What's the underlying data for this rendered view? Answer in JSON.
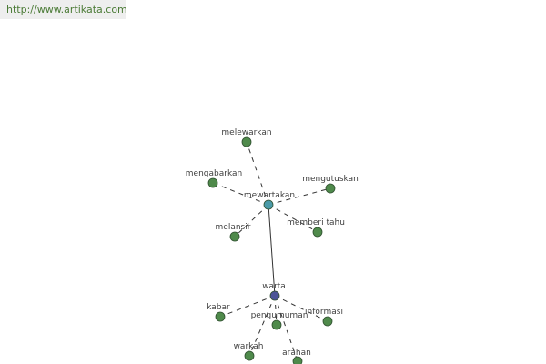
{
  "header": {
    "url": "http://www.artikata.com"
  },
  "colors": {
    "leaf": "#4f8a4b",
    "hub_mewartakan": "#4a9aa8",
    "hub_warta": "#4b5597",
    "node_stroke": "#2f4f2f",
    "edge": "#333333"
  },
  "graph": {
    "nodes": [
      {
        "id": "warta",
        "label": "warta",
        "kind": "root"
      },
      {
        "id": "mewartakan",
        "label": "mewartakan",
        "kind": "hub"
      },
      {
        "id": "melewarkan",
        "label": "melewarkan",
        "kind": "leaf"
      },
      {
        "id": "mengabarkan",
        "label": "mengabarkan",
        "kind": "leaf"
      },
      {
        "id": "mengutuskan",
        "label": "mengutuskan",
        "kind": "leaf"
      },
      {
        "id": "melansir",
        "label": "melansir",
        "kind": "leaf"
      },
      {
        "id": "memberi-tahu",
        "label": "memberi tahu",
        "kind": "leaf"
      },
      {
        "id": "kabar",
        "label": "kabar",
        "kind": "leaf"
      },
      {
        "id": "pengumuman",
        "label": "pengumuman",
        "kind": "leaf"
      },
      {
        "id": "informasi",
        "label": "informasi",
        "kind": "leaf"
      },
      {
        "id": "warkah",
        "label": "warkah",
        "kind": "leaf"
      },
      {
        "id": "arahan",
        "label": "arahan",
        "kind": "leaf"
      }
    ],
    "edges": [
      {
        "from": "warta",
        "to": "mewartakan",
        "style": "solid"
      },
      {
        "from": "mewartakan",
        "to": "melewarkan",
        "style": "dashed"
      },
      {
        "from": "mewartakan",
        "to": "mengabarkan",
        "style": "dashed"
      },
      {
        "from": "mewartakan",
        "to": "mengutuskan",
        "style": "dashed"
      },
      {
        "from": "mewartakan",
        "to": "melansir",
        "style": "dashed"
      },
      {
        "from": "mewartakan",
        "to": "memberi-tahu",
        "style": "dashed"
      },
      {
        "from": "warta",
        "to": "kabar",
        "style": "dashed"
      },
      {
        "from": "warta",
        "to": "pengumuman",
        "style": "dashed"
      },
      {
        "from": "warta",
        "to": "informasi",
        "style": "dashed"
      },
      {
        "from": "warta",
        "to": "warkah",
        "style": "dashed"
      },
      {
        "from": "warta",
        "to": "arahan",
        "style": "dashed"
      }
    ]
  }
}
